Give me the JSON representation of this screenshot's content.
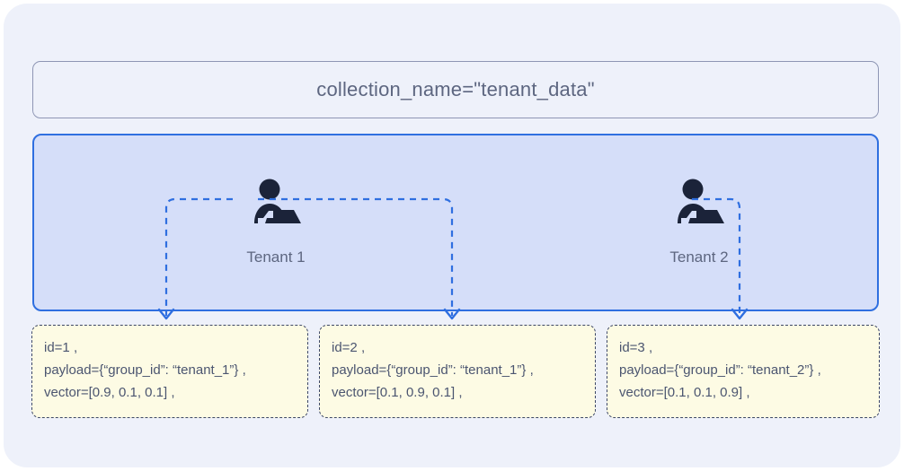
{
  "diagram": {
    "collection": {
      "title": "collection_name=\"tenant_data\""
    },
    "tenants": [
      {
        "label": "Tenant 1",
        "icon": "person-at-laptop-icon"
      },
      {
        "label": "Tenant 2",
        "icon": "person-at-laptop-icon"
      }
    ],
    "records": [
      {
        "id_line": "id=1 ,",
        "payload_line": "payload={“group_id”: “tenant_1”} ,",
        "vector_line": "vector=[0.9, 0.1, 0.1] ,"
      },
      {
        "id_line": "id=2 ,",
        "payload_line": "payload={“group_id”: “tenant_1”} ,",
        "vector_line": "vector=[0.1, 0.9, 0.1] ,"
      },
      {
        "id_line": "id=3 ,",
        "payload_line": "payload={“group_id”: “tenant_2”} ,",
        "vector_line": "vector=[0.1, 0.1, 0.9] ,"
      }
    ],
    "colors": {
      "page_background": "#ffffff",
      "card_background": "#eef1fa",
      "panel_fill": "#d5def9",
      "panel_border": "#2f6fe0",
      "connector": "#2f6fe0",
      "record_fill": "#fdfbe4",
      "record_border": "#3d4766",
      "text": "#5d6680",
      "icon": "#1b2339"
    }
  }
}
